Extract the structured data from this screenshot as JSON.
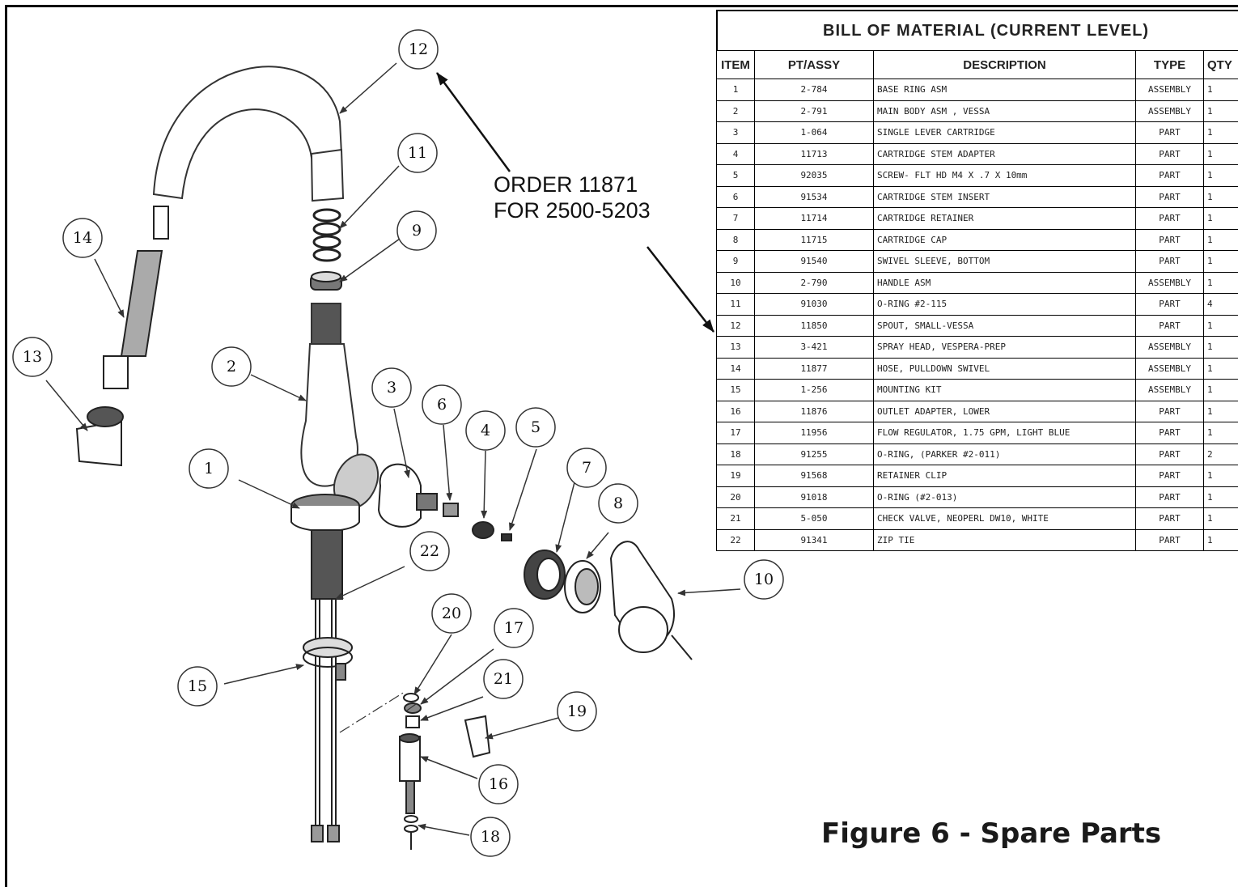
{
  "order_note": {
    "line1": "ORDER 11871",
    "line2": "FOR 2500-5203"
  },
  "figure_title": "Figure 6 - Spare Parts",
  "bom": {
    "title": "BILL OF MATERIAL (CURRENT LEVEL)",
    "headers": {
      "item": "ITEM",
      "pt": "PT/ASSY",
      "desc": "DESCRIPTION",
      "type": "TYPE",
      "qty": "QTY"
    },
    "rows": [
      {
        "item": "1",
        "pt": "2-784",
        "desc": "BASE RING ASM",
        "type": "ASSEMBLY",
        "qty": "1"
      },
      {
        "item": "2",
        "pt": "2-791",
        "desc": "MAIN BODY ASM , VESSA",
        "type": "ASSEMBLY",
        "qty": "1"
      },
      {
        "item": "3",
        "pt": "1-064",
        "desc": "SINGLE LEVER CARTRIDGE",
        "type": "PART",
        "qty": "1"
      },
      {
        "item": "4",
        "pt": "11713",
        "desc": "CARTRIDGE STEM ADAPTER",
        "type": "PART",
        "qty": "1"
      },
      {
        "item": "5",
        "pt": "92035",
        "desc": "SCREW- FLT HD M4 X .7 X 10mm",
        "type": "PART",
        "qty": "1"
      },
      {
        "item": "6",
        "pt": "91534",
        "desc": "CARTRIDGE STEM INSERT",
        "type": "PART",
        "qty": "1"
      },
      {
        "item": "7",
        "pt": "11714",
        "desc": "CARTRIDGE RETAINER",
        "type": "PART",
        "qty": "1"
      },
      {
        "item": "8",
        "pt": "11715",
        "desc": "CARTRIDGE CAP",
        "type": "PART",
        "qty": "1"
      },
      {
        "item": "9",
        "pt": "91540",
        "desc": "SWIVEL SLEEVE, BOTTOM",
        "type": "PART",
        "qty": "1"
      },
      {
        "item": "10",
        "pt": "2-790",
        "desc": "HANDLE ASM",
        "type": "ASSEMBLY",
        "qty": "1"
      },
      {
        "item": "11",
        "pt": "91030",
        "desc": "O-RING #2-115",
        "type": "PART",
        "qty": "4"
      },
      {
        "item": "12",
        "pt": "11850",
        "desc": "SPOUT, SMALL-VESSA",
        "type": "PART",
        "qty": "1"
      },
      {
        "item": "13",
        "pt": "3-421",
        "desc": "SPRAY HEAD, VESPERA-PREP",
        "type": "ASSEMBLY",
        "qty": "1"
      },
      {
        "item": "14",
        "pt": "11877",
        "desc": "HOSE, PULLDOWN SWIVEL",
        "type": "ASSEMBLY",
        "qty": "1"
      },
      {
        "item": "15",
        "pt": "1-256",
        "desc": "MOUNTING KIT",
        "type": "ASSEMBLY",
        "qty": "1"
      },
      {
        "item": "16",
        "pt": "11876",
        "desc": "OUTLET ADAPTER, LOWER",
        "type": "PART",
        "qty": "1"
      },
      {
        "item": "17",
        "pt": "11956",
        "desc": "FLOW REGULATOR, 1.75 GPM, LIGHT BLUE",
        "type": "PART",
        "qty": "1"
      },
      {
        "item": "18",
        "pt": "91255",
        "desc": "O-RING, (PARKER #2-011)",
        "type": "PART",
        "qty": "2"
      },
      {
        "item": "19",
        "pt": "91568",
        "desc": "RETAINER CLIP",
        "type": "PART",
        "qty": "1"
      },
      {
        "item": "20",
        "pt": "91018",
        "desc": "O-RING (#2-013)",
        "type": "PART",
        "qty": "1"
      },
      {
        "item": "21",
        "pt": "5-050",
        "desc": "CHECK VALVE, NEOPERL DW10, WHITE",
        "type": "PART",
        "qty": "1"
      },
      {
        "item": "22",
        "pt": "91341",
        "desc": "ZIP TIE",
        "type": "PART",
        "qty": "1"
      }
    ]
  },
  "callouts": [
    "1",
    "2",
    "3",
    "4",
    "5",
    "6",
    "7",
    "8",
    "9",
    "10",
    "11",
    "12",
    "13",
    "14",
    "15",
    "16",
    "17",
    "18",
    "19",
    "20",
    "21",
    "22"
  ]
}
